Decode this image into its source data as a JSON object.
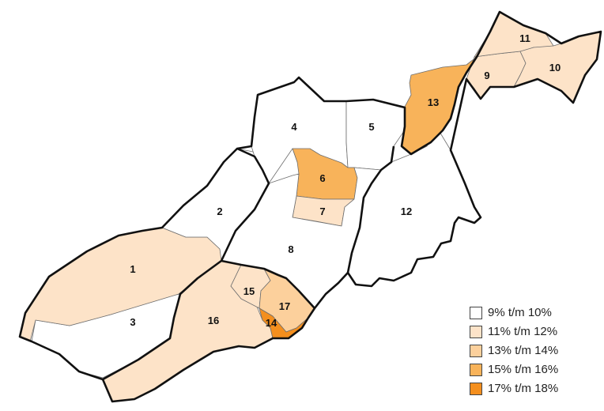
{
  "legend": {
    "items": [
      {
        "label": "9% t/m 10%",
        "color": "#ffffff"
      },
      {
        "label": "11% t/m 12%",
        "color": "#fde3c8"
      },
      {
        "label": "13% t/m 14%",
        "color": "#fcd09c"
      },
      {
        "label": "15% t/m 16%",
        "color": "#f8b35a"
      },
      {
        "label": "17% t/m 18%",
        "color": "#f48f1e"
      }
    ]
  },
  "districts": [
    {
      "label": "1",
      "class": 1
    },
    {
      "label": "2",
      "class": 0
    },
    {
      "label": "3",
      "class": 0
    },
    {
      "label": "4",
      "class": 0
    },
    {
      "label": "5",
      "class": 0
    },
    {
      "label": "6",
      "class": 3
    },
    {
      "label": "7",
      "class": 1
    },
    {
      "label": "8",
      "class": 0
    },
    {
      "label": "9",
      "class": 1
    },
    {
      "label": "10",
      "class": 1
    },
    {
      "label": "11",
      "class": 1
    },
    {
      "label": "12",
      "class": 0
    },
    {
      "label": "13",
      "class": 3
    },
    {
      "label": "14",
      "class": 4
    },
    {
      "label": "15",
      "class": 1
    },
    {
      "label": "16",
      "class": 1
    },
    {
      "label": "17",
      "class": 2
    }
  ]
}
